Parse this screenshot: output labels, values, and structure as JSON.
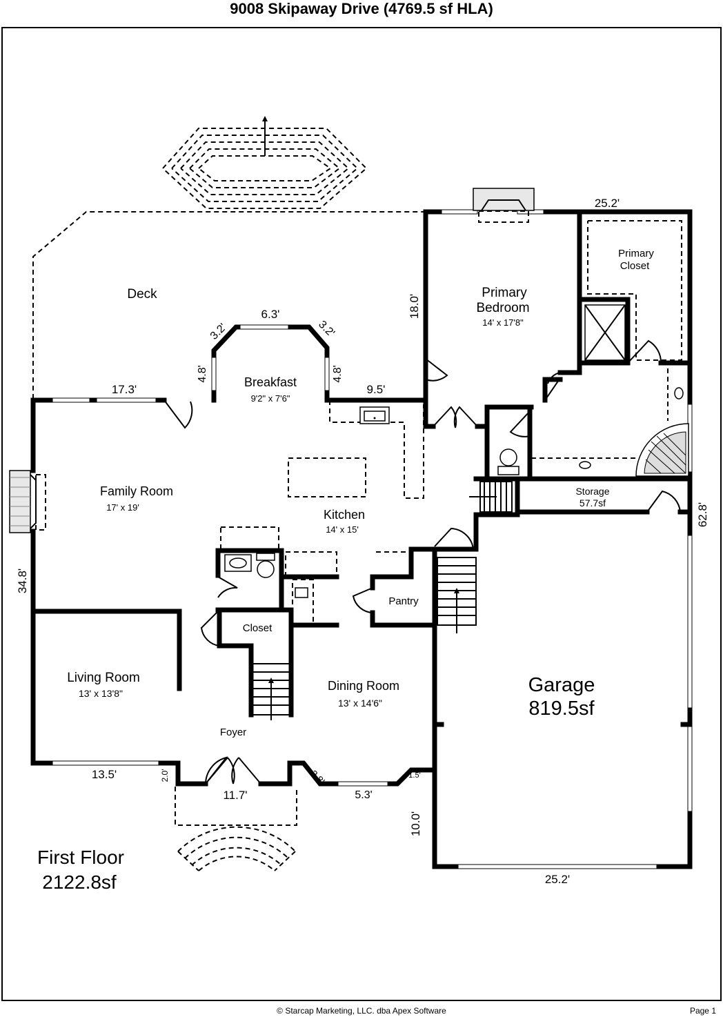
{
  "title": "9008 Skipaway Drive (4769.5 sf HLA)",
  "footer": "© Starcap Marketing, LLC. dba Apex Software",
  "page_label": "Page 1",
  "floor": {
    "name": "First Floor",
    "area": "2122.8sf"
  },
  "rooms": {
    "deck": "Deck",
    "breakfast": "Breakfast",
    "breakfast_dim": "9'2\" x 7'6\"",
    "family_room": "Family Room",
    "family_room_dim": "17' x 19'",
    "kitchen": "Kitchen",
    "kitchen_dim": "14' x 15'",
    "primary_bedroom_line1": "Primary",
    "primary_bedroom_line2": "Bedroom",
    "primary_bedroom_dim": "14' x 17'8\"",
    "primary_closet_line1": "Primary",
    "primary_closet_line2": "Closet",
    "storage": "Storage",
    "storage_area": "57.7sf",
    "pantry": "Pantry",
    "closet": "Closet",
    "living_room": "Living Room",
    "living_room_dim": "13' x 13'8\"",
    "dining_room": "Dining Room",
    "dining_room_dim": "13' x 14'6\"",
    "foyer": "Foyer",
    "garage": "Garage",
    "garage_area": "819.5sf"
  },
  "dimensions": {
    "d_25_2_top": "25.2'",
    "d_18_0": "18.0'",
    "d_6_3": "6.3'",
    "d_3_2_left": "3.2'",
    "d_3_2_right": "3.2'",
    "d_4_8_left": "4.8'",
    "d_4_8_right": "4.8'",
    "d_17_3": "17.3'",
    "d_9_5": "9.5'",
    "d_62_8": "62.8'",
    "d_34_8": "34.8'",
    "d_13_5": "13.5'",
    "d_2_0": "2.0'",
    "d_11_7": "11.7'",
    "d_2_8": "2.8'",
    "d_5_3": "5.3'",
    "d_1_5": "1.5'",
    "d_10_0": "10.0'",
    "d_25_2_bottom": "25.2'"
  }
}
